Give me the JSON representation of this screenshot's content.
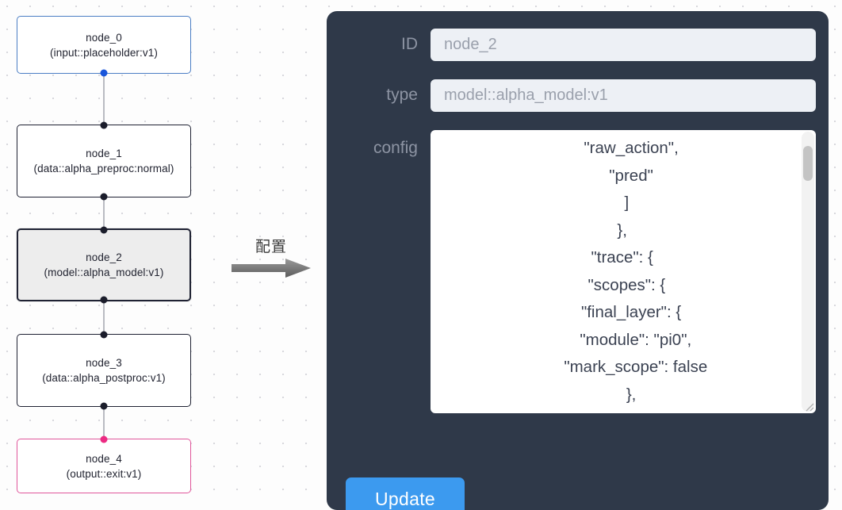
{
  "graph": {
    "nodes": [
      {
        "id": "node_0",
        "type": "(input::placeholder:v1)",
        "role": "input"
      },
      {
        "id": "node_1",
        "type": "(data::alpha_preproc:normal)",
        "role": "default"
      },
      {
        "id": "node_2",
        "type": "(model::alpha_model:v1)",
        "role": "selected"
      },
      {
        "id": "node_3",
        "type": "(data::alpha_postproc:v1)",
        "role": "default"
      },
      {
        "id": "node_4",
        "type": "(output::exit:v1)",
        "role": "output"
      }
    ]
  },
  "annotation": {
    "label": "配置",
    "arrow_icon": "right-arrow-icon"
  },
  "panel": {
    "fields": {
      "id": {
        "label": "ID",
        "value": "node_2"
      },
      "type": {
        "label": "type",
        "value": "model::alpha_model:v1"
      },
      "config": {
        "label": "config",
        "value": "      \"raw_action\",\n      \"pred\"\n    ]\n  },\n  \"trace\": {\n    \"scopes\": {\n      \"final_layer\": {\n        \"module\": \"pi0\",\n        \"mark_scope\": false\n      },\n      \"action_model\": {"
      }
    },
    "update_button": "Update",
    "scrollbar": "vertical-scrollbar",
    "resize_grip": "resize-grip-icon"
  },
  "colors": {
    "panel_bg": "#2f3949",
    "input_bg": "#edf0f5",
    "accent_blue": "#3c9aef",
    "node_input_border": "#4b7ec4",
    "node_output_border": "#e0569b",
    "node_selected_bg": "#ededed"
  }
}
